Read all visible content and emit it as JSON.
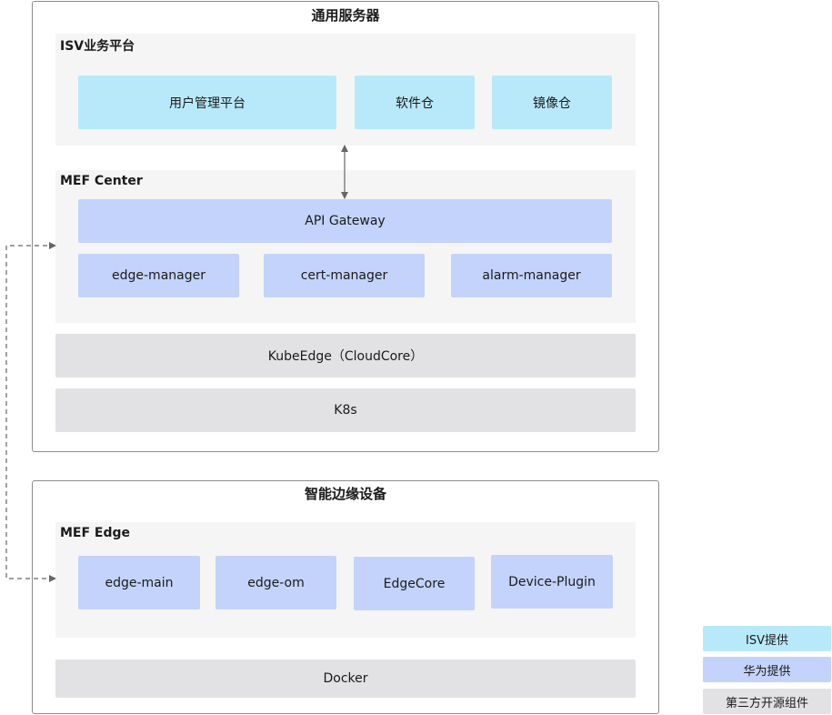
{
  "server": {
    "title": "通用服务器",
    "isv_platform": {
      "title": "ISV业务平台",
      "items": [
        "用户管理平台",
        "软件仓",
        "镜像仓"
      ]
    },
    "mef_center": {
      "title": "MEF Center",
      "gateway": "API Gateway",
      "managers": [
        "edge-manager",
        "cert-manager",
        "alarm-manager"
      ]
    },
    "kubeedge": "KubeEdge（CloudCore）",
    "k8s": "K8s"
  },
  "edge_device": {
    "title": "智能边缘设备",
    "mef_edge": {
      "title": "MEF Edge",
      "items": [
        "edge-main",
        "edge-om",
        "EdgeCore",
        "Device-Plugin"
      ]
    },
    "docker": "Docker"
  },
  "legend": {
    "items": [
      {
        "label": "ISV提供",
        "color": "#b8e9fb"
      },
      {
        "label": "华为提供",
        "color": "#c3d3fb"
      },
      {
        "label": "第三方开源组件",
        "color": "#e2e2e4"
      }
    ]
  },
  "colors": {
    "frame_border": "#8c8c8c",
    "panel_bg": "#f5f5f6",
    "connector": "#666666"
  }
}
